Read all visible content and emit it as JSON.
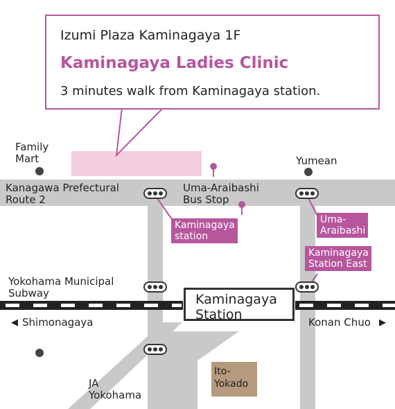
{
  "callout": {
    "floor": "Izumi Plaza Kaminagaya 1F",
    "clinic": "Kaminagaya Ladies Clinic",
    "walk": "3 minutes walk from Kaminagaya station."
  },
  "landmarks": {
    "family_mart": "Family\nMart",
    "yumean": "Yumean",
    "jayokohama": "JA\nYokohama",
    "ito_yokado": "Ito-\nYokado"
  },
  "roads": {
    "route2": "Kanagawa Prefectural\nRoute 2",
    "subway": "Yokohama Municipal\nSubway"
  },
  "bus_stop": "Uma-Araibashi\nBus Stop",
  "pink_labels": {
    "kaminagaya_station": "Kaminagaya\nstation",
    "uma_araibashi": "Uma-\nAraibashi",
    "station_east": "Kaminagaya\nStation East"
  },
  "station": "Kaminagaya\nStation",
  "directions": {
    "left": "Shimonagaya",
    "right": "Konan Chuo",
    "left_arrow": "◀",
    "right_arrow": "▶"
  },
  "colors": {
    "brand": "#b6569d",
    "road": "#c9c9c9",
    "clinic_block": "#f3cfe0",
    "ito_yokado": "#b59a7d"
  },
  "icons": [
    "bus-stop-icon",
    "pin-icon",
    "landmark-dot-icon"
  ]
}
